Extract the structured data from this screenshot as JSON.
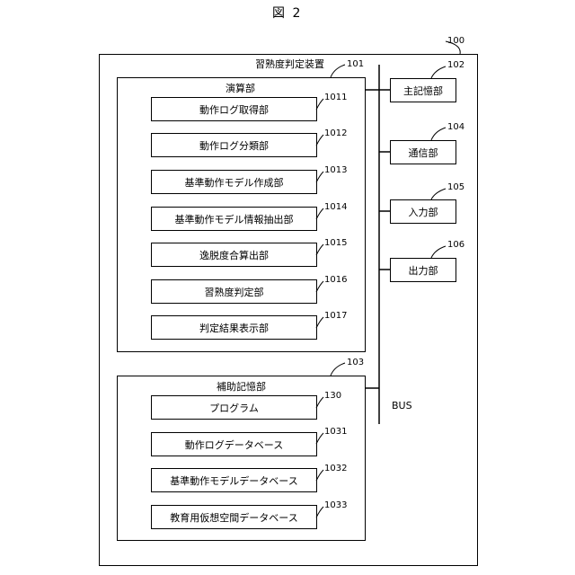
{
  "figure_title": "図 2",
  "device": {
    "label": "習熟度判定装置",
    "ref": "100"
  },
  "compute_unit": {
    "label": "演算部",
    "ref": "101",
    "items": [
      {
        "label": "動作ログ取得部",
        "ref": "1011"
      },
      {
        "label": "動作ログ分類部",
        "ref": "1012"
      },
      {
        "label": "基準動作モデル作成部",
        "ref": "1013"
      },
      {
        "label": "基準動作モデル情報抽出部",
        "ref": "1014"
      },
      {
        "label": "逸脱度合算出部",
        "ref": "1015"
      },
      {
        "label": "習熟度判定部",
        "ref": "1016"
      },
      {
        "label": "判定結果表示部",
        "ref": "1017"
      }
    ]
  },
  "aux_storage": {
    "label": "補助記憶部",
    "ref": "103",
    "items": [
      {
        "label": "プログラム",
        "ref": "130"
      },
      {
        "label": "動作ログデータベース",
        "ref": "1031"
      },
      {
        "label": "基準動作モデルデータベース",
        "ref": "1032"
      },
      {
        "label": "教育用仮想空間データベース",
        "ref": "1033"
      }
    ]
  },
  "peripherals": [
    {
      "label": "主記憶部",
      "ref": "102"
    },
    {
      "label": "通信部",
      "ref": "104"
    },
    {
      "label": "入力部",
      "ref": "105"
    },
    {
      "label": "出力部",
      "ref": "106"
    }
  ],
  "bus_label": "BUS"
}
